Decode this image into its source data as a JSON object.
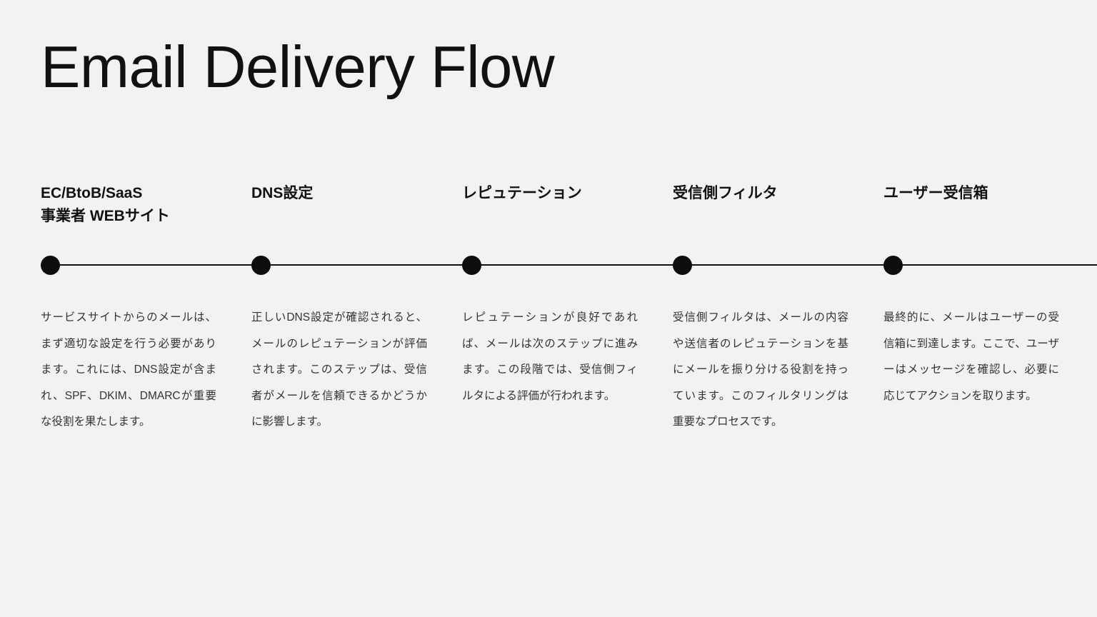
{
  "slide": {
    "title": "Email Delivery Flow",
    "background_color": "#f2f2f2",
    "accent_color": "#0d0d0d",
    "heading_color": "#111111",
    "body_color": "#333333"
  },
  "timeline": {
    "axis_name": "horizontal-connector-line",
    "steps": [
      {
        "index": 1,
        "heading": "EC/BtoB/SaaS\n事業者 WEBサイト",
        "body": "サービスサイトからのメールは、まず適切な設定を行う必要があります。これには、DNS設定が含まれ、SPF、DKIM、DMARCが重要な役割を果たします。"
      },
      {
        "index": 2,
        "heading": "DNS設定",
        "body": "正しいDNS設定が確認されると、メールのレピュテーションが評価されます。このステップは、受信者がメールを信頼できるかどうかに影響します。"
      },
      {
        "index": 3,
        "heading": "レピュテーション",
        "body": "レピュテーションが良好であれば、メールは次のステップに進みます。この段階では、受信側フィルタによる評価が行われます。"
      },
      {
        "index": 4,
        "heading": "受信側フィルタ",
        "body": "受信側フィルタは、メールの内容や送信者のレピュテーションを基にメールを振り分ける役割を持っています。このフィルタリングは重要なプロセスです。"
      },
      {
        "index": 5,
        "heading": "ユーザー受信箱",
        "body": "最終的に、メールはユーザーの受信箱に到達します。ここで、ユーザーはメッセージを確認し、必要に応じてアクションを取ります。"
      }
    ]
  }
}
